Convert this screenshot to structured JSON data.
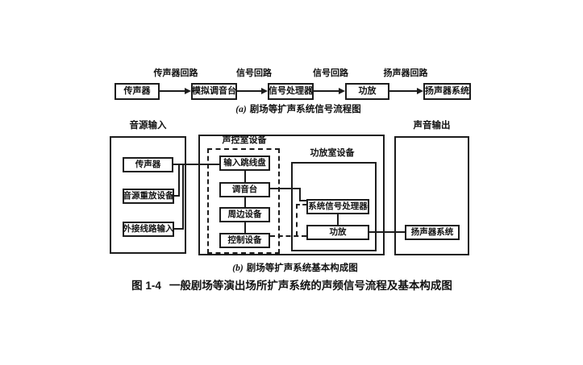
{
  "figure": {
    "caption_a_prefix": "(a)",
    "caption_a": "剧场等扩声系统信号流程图",
    "caption_b_prefix": "(b)",
    "caption_b": "剧场等扩声系统基本构成图",
    "caption_number": "图 1-4",
    "caption_text": "一般剧场等演出场所扩声系统的声频信号流程及基本构成图"
  },
  "diagram_a": {
    "nodes": [
      "传声器",
      "模拟调音台",
      "信号处理器",
      "功放",
      "扬声器系统"
    ],
    "flow_labels": [
      "传声器回路",
      "信号回路",
      "信号回路",
      "扬声器回路"
    ]
  },
  "diagram_b": {
    "source_section": {
      "label": "音源输入",
      "nodes": [
        "传声器",
        "音源重放设备",
        "外接线路输入"
      ]
    },
    "control_room_section": {
      "label": "声控室设备",
      "nodes": [
        "输入跳线盘",
        "调音台",
        "周边设备",
        "控制设备"
      ]
    },
    "amp_room_section": {
      "label": "功放室设备",
      "nodes": [
        "系统信号处理器",
        "功放"
      ]
    },
    "output_section": {
      "label": "声音输出",
      "nodes": [
        "扬声器系统"
      ]
    }
  },
  "colors": {
    "background": "#ffffff",
    "line": "#1c1c1c",
    "text": "#111111"
  }
}
